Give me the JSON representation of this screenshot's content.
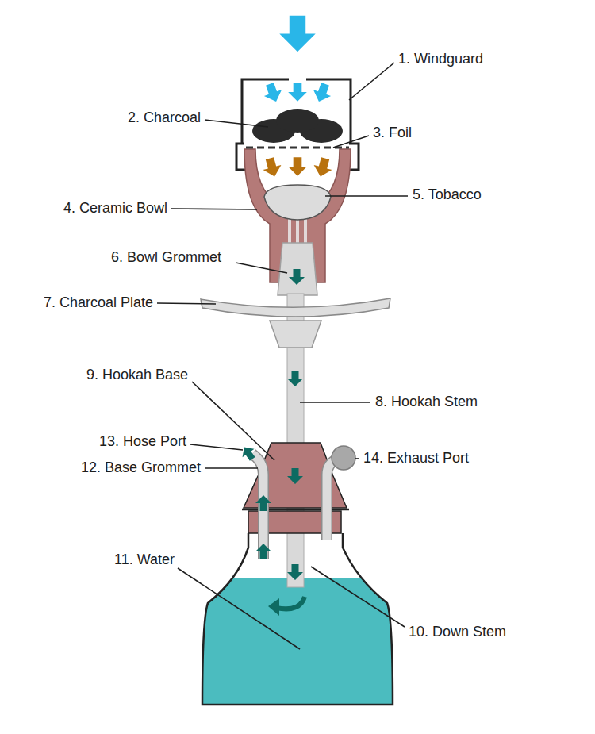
{
  "diagram": {
    "labels": [
      "1. Windguard",
      "2. Charcoal",
      "3. Foil",
      "5. Tobacco",
      "4. Ceramic Bowl",
      "6. Bowl Grommet",
      "7. Charcoal Plate",
      "9. Hookah Base",
      "8. Hookah Stem",
      "13. Hose Port",
      "14. Exhaust Port",
      "12. Base Grommet",
      "11. Water",
      "10. Down Stem"
    ]
  }
}
